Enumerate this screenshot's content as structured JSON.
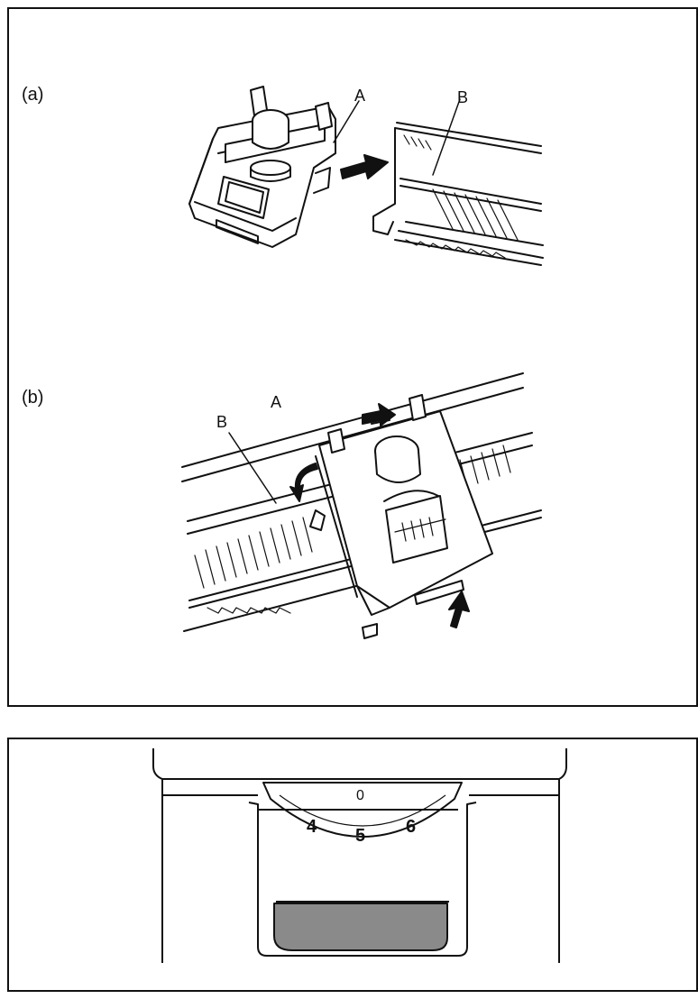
{
  "figure": {
    "top_panel": {
      "sub_a": {
        "tag": "(a)",
        "callout_a": "A",
        "callout_b": "B"
      },
      "sub_b": {
        "tag": "(b)",
        "callout_a": "A",
        "callout_b": "B"
      }
    },
    "bottom_panel": {
      "dial": {
        "zero": "0",
        "left_number": "4",
        "mid_number": "5",
        "right_number": "6"
      }
    }
  },
  "colors": {
    "ink": "#111111",
    "paper": "#ffffff",
    "window_fill": "#8a8a8a"
  }
}
